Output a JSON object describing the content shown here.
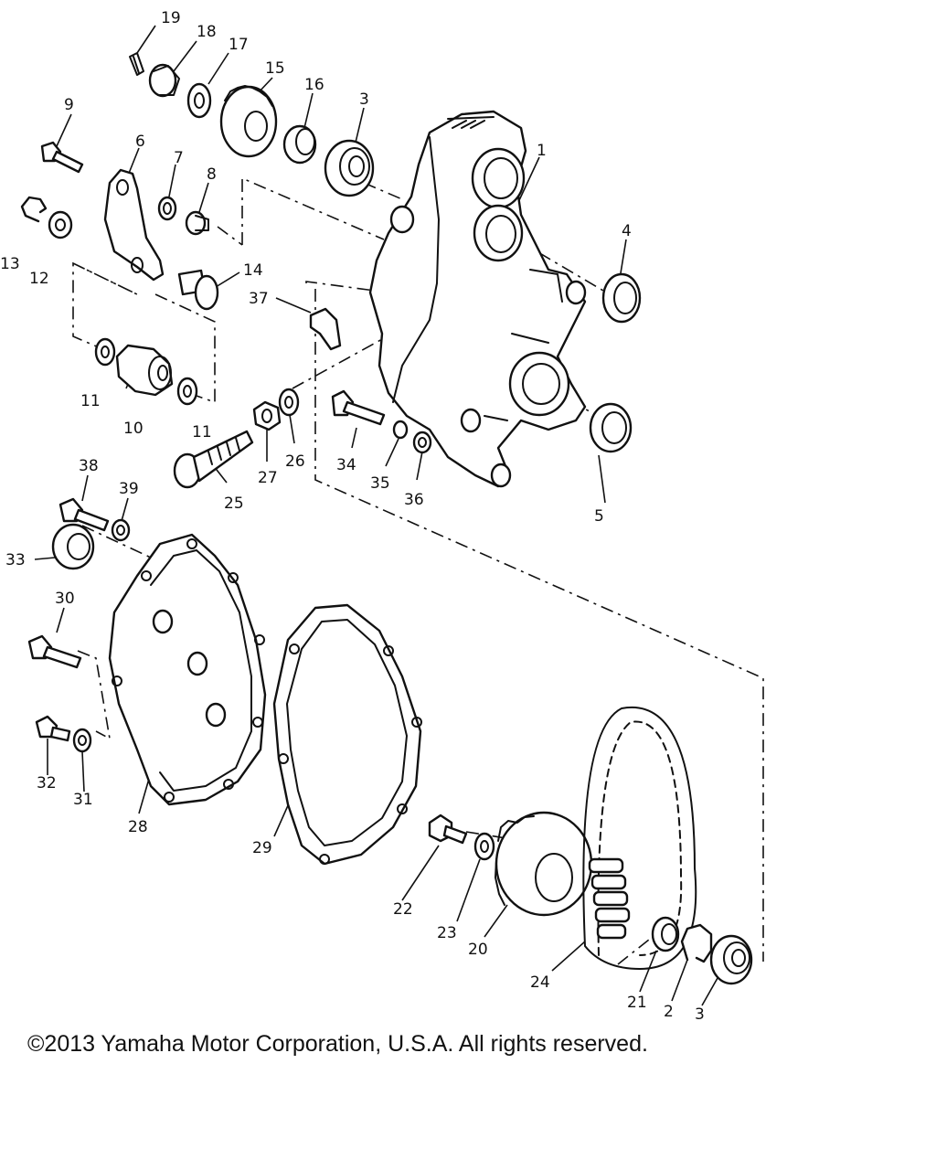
{
  "diagram": {
    "callouts": [
      {
        "id": "c19",
        "text": "19"
      },
      {
        "id": "c18",
        "text": "18"
      },
      {
        "id": "c17",
        "text": "17"
      },
      {
        "id": "c15",
        "text": "15"
      },
      {
        "id": "c16",
        "text": "16"
      },
      {
        "id": "c3a",
        "text": "3"
      },
      {
        "id": "c9",
        "text": "9"
      },
      {
        "id": "c6",
        "text": "6"
      },
      {
        "id": "c7",
        "text": "7"
      },
      {
        "id": "c8",
        "text": "8"
      },
      {
        "id": "c1",
        "text": "1"
      },
      {
        "id": "c13",
        "text": "13"
      },
      {
        "id": "c12",
        "text": "12"
      },
      {
        "id": "c14",
        "text": "14"
      },
      {
        "id": "c4",
        "text": "4"
      },
      {
        "id": "c37",
        "text": "37"
      },
      {
        "id": "c11a",
        "text": "11"
      },
      {
        "id": "c10",
        "text": "10"
      },
      {
        "id": "c11b",
        "text": "11"
      },
      {
        "id": "c27",
        "text": "27"
      },
      {
        "id": "c26",
        "text": "26"
      },
      {
        "id": "c25",
        "text": "25"
      },
      {
        "id": "c34",
        "text": "34"
      },
      {
        "id": "c35",
        "text": "35"
      },
      {
        "id": "c36",
        "text": "36"
      },
      {
        "id": "c5",
        "text": "5"
      },
      {
        "id": "c38",
        "text": "38"
      },
      {
        "id": "c39",
        "text": "39"
      },
      {
        "id": "c33",
        "text": "33"
      },
      {
        "id": "c30",
        "text": "30"
      },
      {
        "id": "c32",
        "text": "32"
      },
      {
        "id": "c31",
        "text": "31"
      },
      {
        "id": "c28",
        "text": "28"
      },
      {
        "id": "c29",
        "text": "29"
      },
      {
        "id": "c22",
        "text": "22"
      },
      {
        "id": "c23",
        "text": "23"
      },
      {
        "id": "c20",
        "text": "20"
      },
      {
        "id": "c24",
        "text": "24"
      },
      {
        "id": "c21",
        "text": "21"
      },
      {
        "id": "c2",
        "text": "2"
      },
      {
        "id": "c3b",
        "text": "3"
      }
    ]
  },
  "footer": {
    "copyright": "©2013 Yamaha Motor Corporation, U.S.A. All rights reserved."
  }
}
